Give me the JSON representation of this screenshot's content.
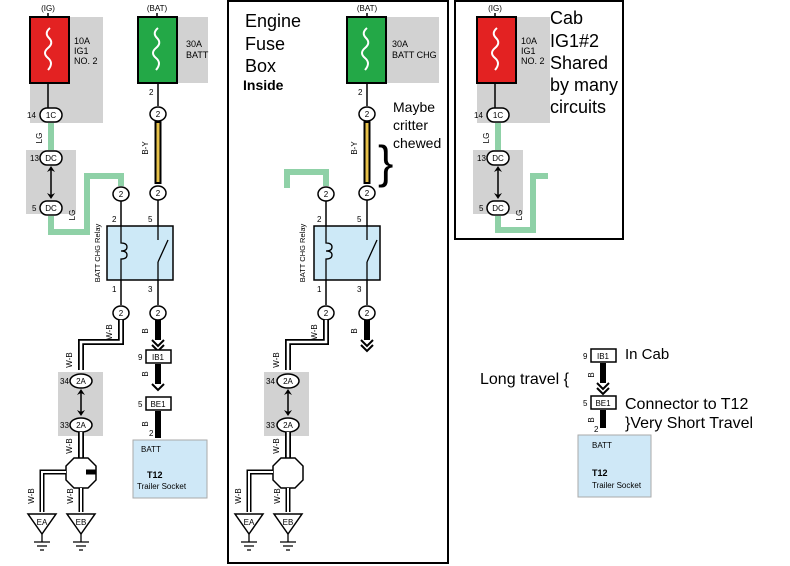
{
  "fuses": {
    "cab_a": {
      "source": "(IG)",
      "rating": "10A",
      "name1": "IG1",
      "name2": "NO. 2"
    },
    "bat_a": {
      "source": "(BAT)",
      "rating": "30A",
      "name1": "BATT"
    },
    "bat_b": {
      "source": "(BAT)",
      "rating": "30A",
      "name1": "BATT CHG"
    },
    "cab_b": {
      "source": "(IG)",
      "rating": "10A",
      "name1": "IG1",
      "name2": "NO. 2"
    }
  },
  "connectors": {
    "c1c": "1C",
    "cdc": "DC",
    "c2": "2",
    "ib1": "IB1",
    "be1": "BE1",
    "c2a": "2A",
    "cea": "EA",
    "ceb": "EB"
  },
  "pins": {
    "p14": "14",
    "p13": "13",
    "p5": "5",
    "p2": "2",
    "p1": "1",
    "p3": "3",
    "p9": "9",
    "p34": "34",
    "p33": "33"
  },
  "wires": {
    "lg": "LG",
    "by": "B-Y",
    "wb": "W-B",
    "b": "B"
  },
  "relay": {
    "name": "BATT CHG Relay"
  },
  "load": {
    "title": "BATT",
    "name": "T12",
    "sub": "Trailer Socket"
  },
  "annotations": {
    "engine_box": [
      "Engine",
      "Fuse",
      "Box"
    ],
    "inside": "Inside",
    "maybe": [
      "Maybe",
      "critter",
      "chewed"
    ],
    "cab_box": [
      "Cab",
      "IG1#2",
      "Shared",
      "by many",
      "circuits"
    ],
    "in_cab": "In Cab",
    "long_travel": "Long travel {",
    "connector_to": "Connector to T12",
    "short_travel": "}Very Short Travel"
  },
  "colors": {
    "fuse_red": "#e32222",
    "fuse_green": "#23a847",
    "lg_wire": "#8fd1a7",
    "by_wire": "#e8c24a",
    "gray_box": "#d2d2d2",
    "blue_box": "#cfe8f7",
    "relay_blue": "#cde9f7"
  }
}
